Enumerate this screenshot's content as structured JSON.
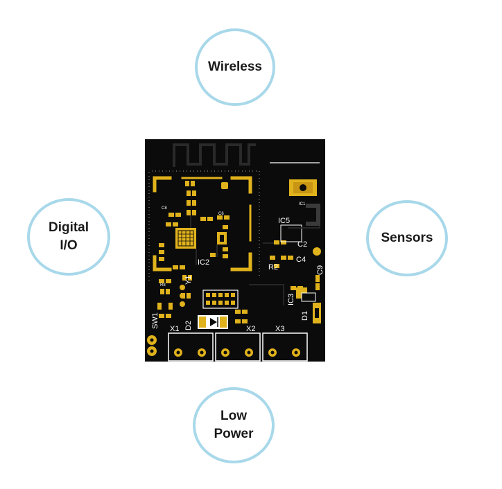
{
  "features": {
    "top": {
      "label": "Wireless"
    },
    "left": {
      "label": "Digital\nI/O"
    },
    "right": {
      "label": "Sensors"
    },
    "bottom": {
      "label": "Low\nPower"
    }
  },
  "board": {
    "designators": {
      "ic1": "IC1",
      "ic2": "IC2",
      "ic3": "IC3",
      "ic5": "IC5",
      "c2": "C2",
      "c4": "C4",
      "c6": "C6",
      "c8": "C8",
      "c9": "C9",
      "r2": "R2",
      "r8": "R8",
      "d1": "D1",
      "d2": "D2",
      "x1": "X1",
      "x2": "X2",
      "x3": "X3",
      "sw1": "SW1",
      "y1": "Y1"
    }
  },
  "colors": {
    "bubble_border": "#a8d8ea",
    "board": "#0b0b0b",
    "pad_gold": "#e0b21c",
    "silkscreen": "#ffffff",
    "trace": "#262626"
  }
}
